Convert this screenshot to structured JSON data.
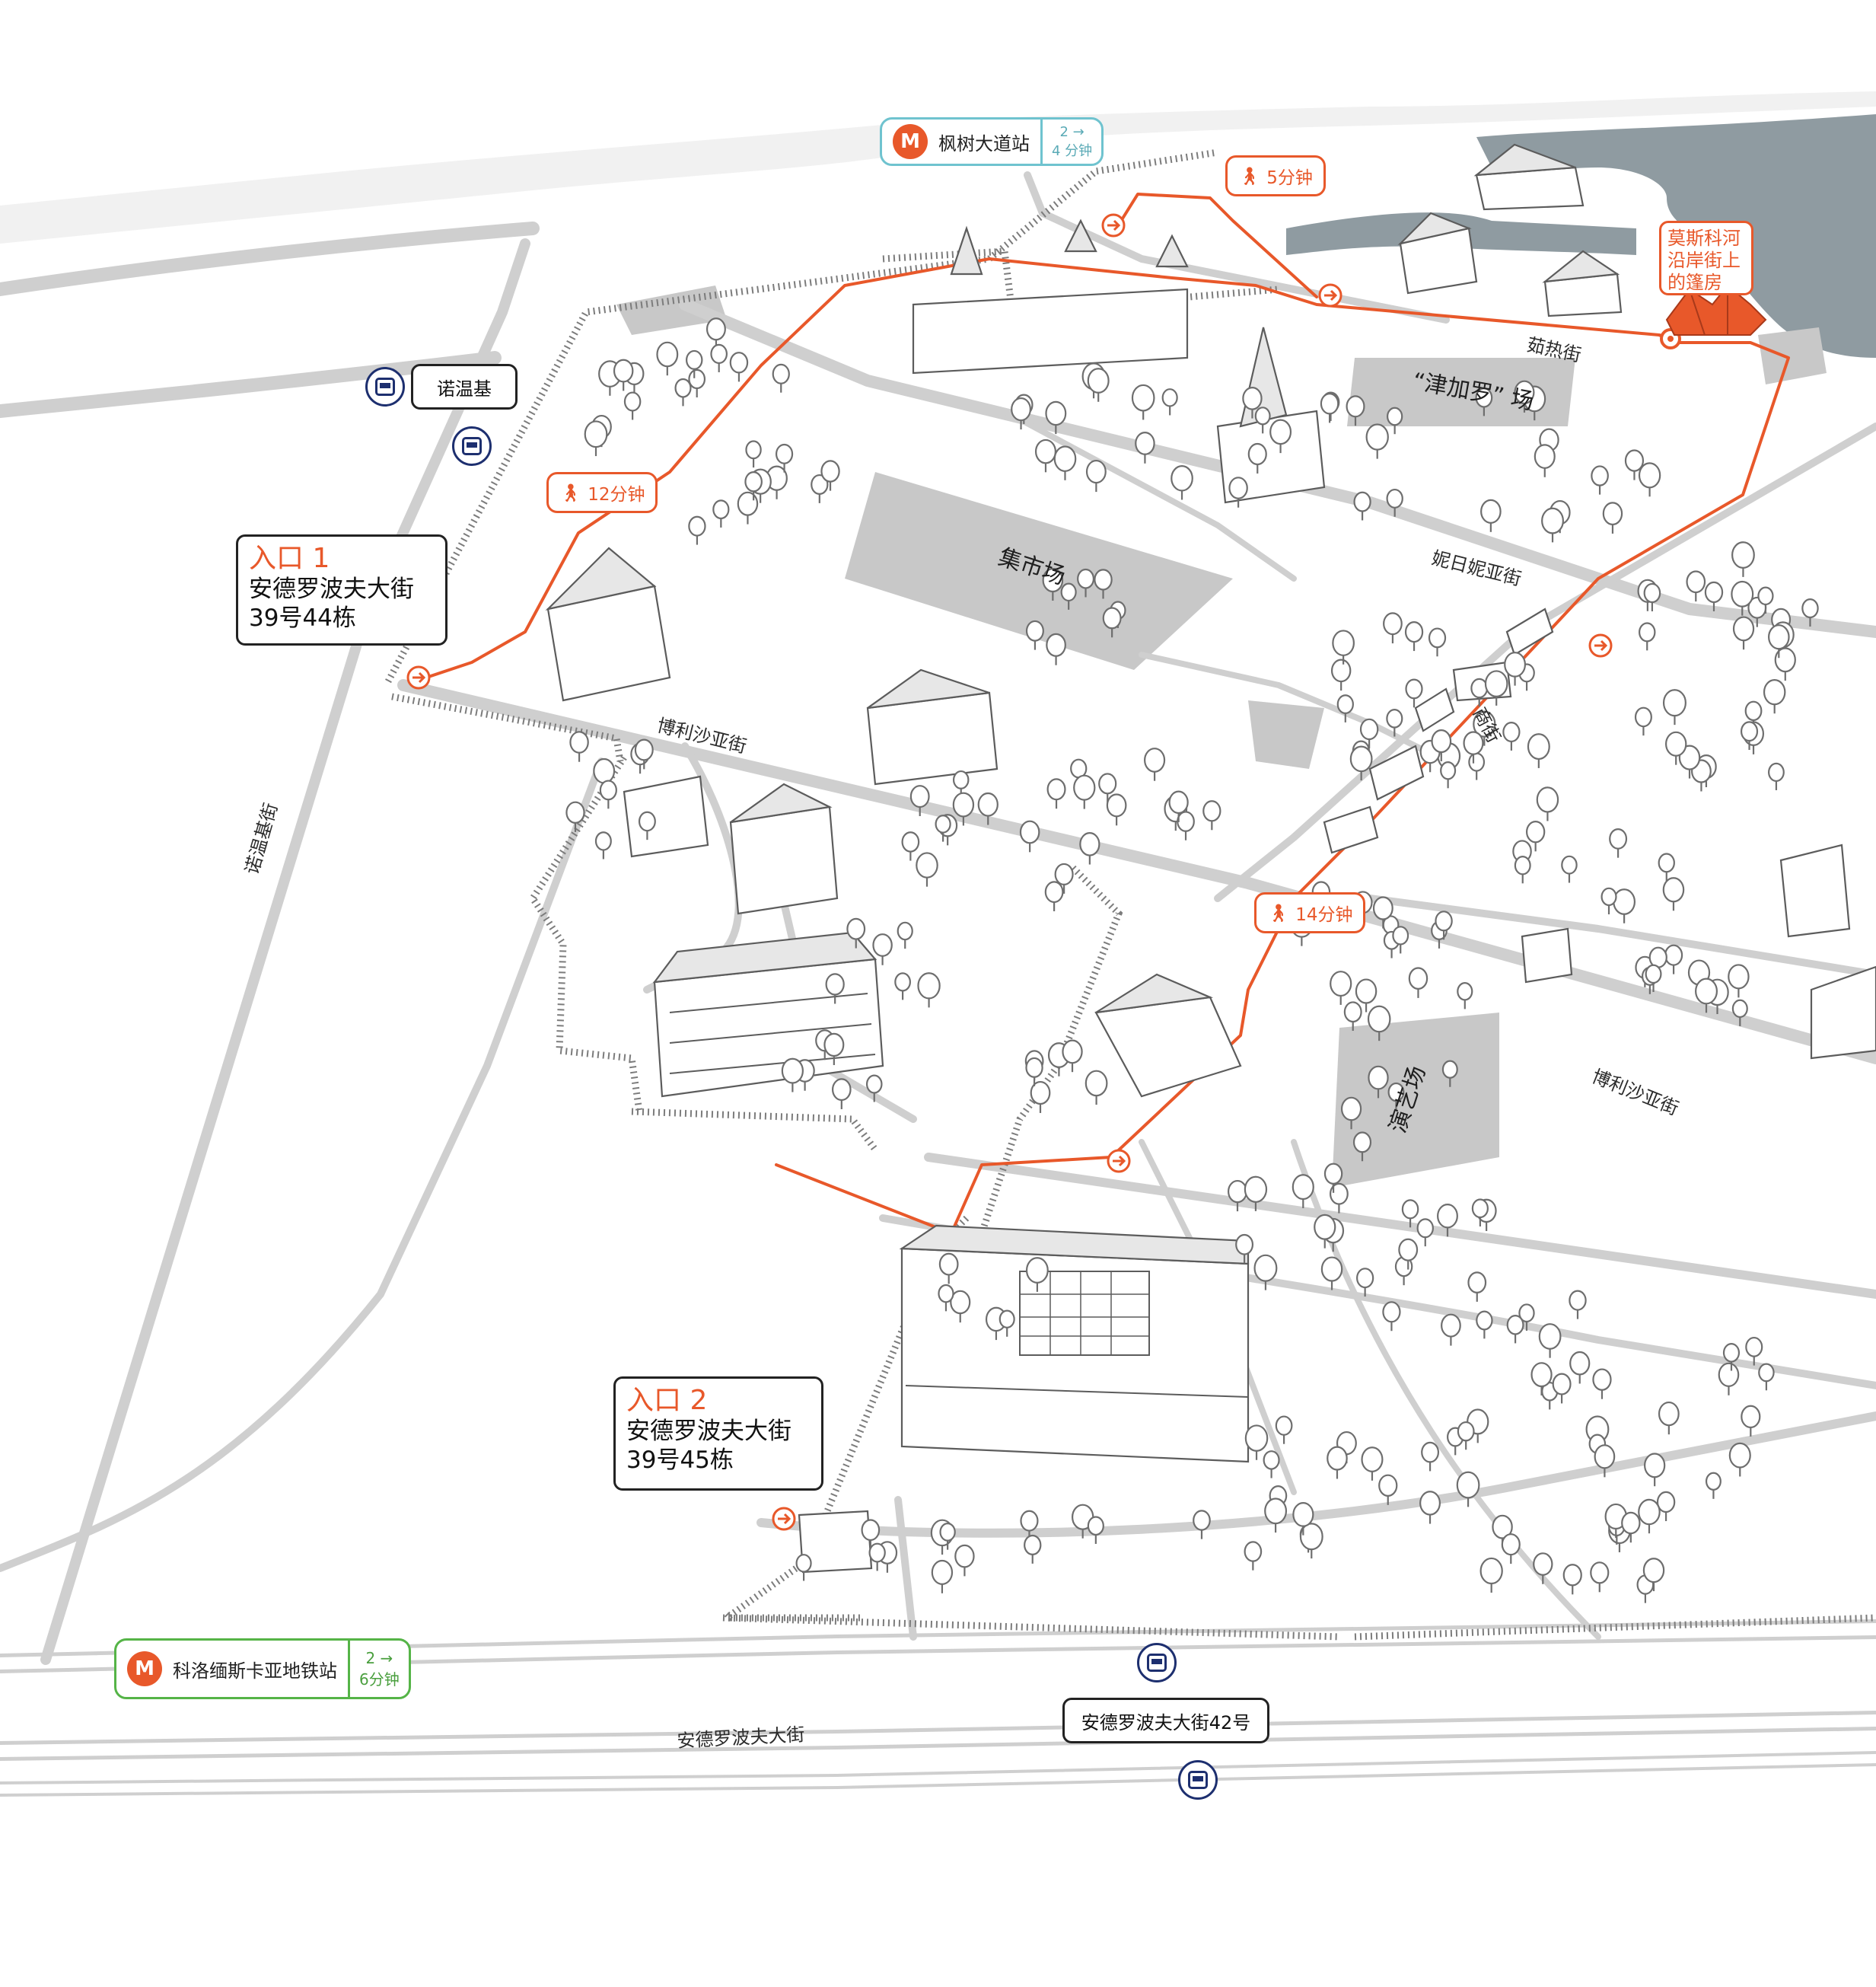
{
  "map": {
    "squares": {
      "market": "集市场",
      "zhangaro": "“津加罗” 场",
      "performance": "演艺场"
    },
    "streets": {
      "nizhnyaya": "妮日妮亚街",
      "zhuzhe": "茹热街",
      "borisova_1": "博利沙亚街",
      "borisova_2": "博利沙亚街",
      "shop": "商街",
      "nuowenji": "诺温基街",
      "andropov": "安德罗波夫大街"
    },
    "walk_times": {
      "w5": "5分钟",
      "w12": "12分钟",
      "w14": "14分钟"
    },
    "entrance1": {
      "title": "入口 1",
      "line1": "安德罗波夫大街",
      "line2": "39号44栋"
    },
    "entrance2": {
      "title": "入口 2",
      "line1": "安德罗波夫大街",
      "line2": "39号45栋"
    },
    "metro_top": {
      "name": "枫树大道站",
      "time_top": "2 →",
      "time_bottom": "4 分钟",
      "color": "#6fc3cf"
    },
    "metro_bottom": {
      "name": "科洛缅斯卡亚地铁站",
      "time_top": "2 →",
      "time_bottom": "6分钟",
      "color": "#55b447"
    },
    "bus_stops": {
      "nuowenji": "诺温基",
      "andropov42": "安德罗波夫大街42号"
    },
    "destination": {
      "line1": "莫斯科河",
      "line2": "沿岸街上",
      "line3": "的篷房"
    },
    "colors": {
      "route": "#e8582a",
      "river": "#8f9ba1",
      "road": "#cfcfcf",
      "bus": "#1d2f6f"
    },
    "icons": [
      "metro-icon",
      "bus-icon",
      "walk-icon",
      "arrow-icon",
      "tree-icon",
      "building-icon",
      "tent-icon"
    ]
  }
}
